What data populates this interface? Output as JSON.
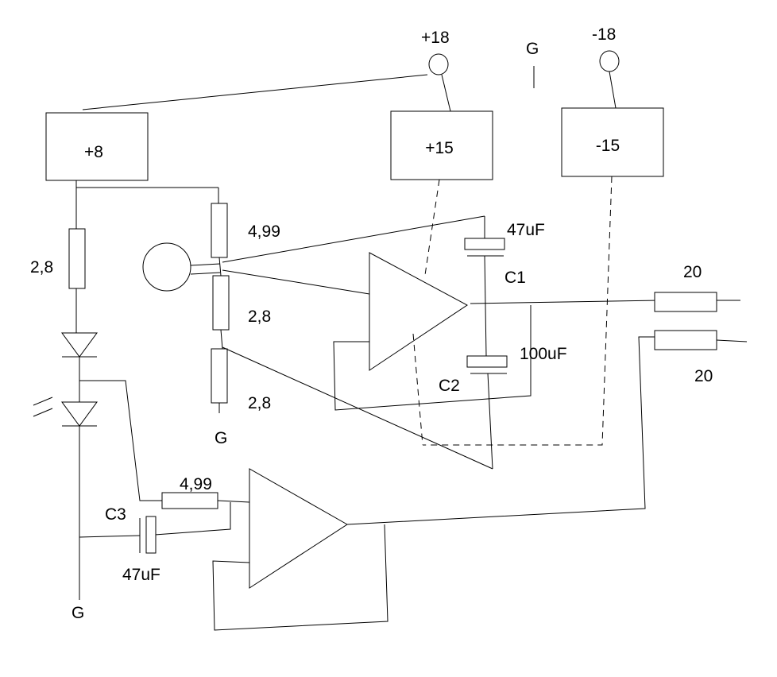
{
  "supply": {
    "plus18": "+18",
    "minus18": "-18",
    "ground": "G"
  },
  "regulators": {
    "plus8": "+8",
    "plus15": "+15",
    "minus15": "-15"
  },
  "resistors": {
    "r_left": "2,8",
    "r_div_top": "4,99",
    "r_div_mid": "2,8",
    "r_div_bot": "2,8",
    "r_input2": "4,99",
    "r_out1": "20",
    "r_out2": "20"
  },
  "capacitors": {
    "c1_value": "47uF",
    "c1_name": "C1",
    "c2_value": "100uF",
    "c2_name": "C2",
    "c3_name": "C3",
    "c3_value": "47uF"
  },
  "grounds": {
    "divider": "G",
    "bottom": "G"
  }
}
